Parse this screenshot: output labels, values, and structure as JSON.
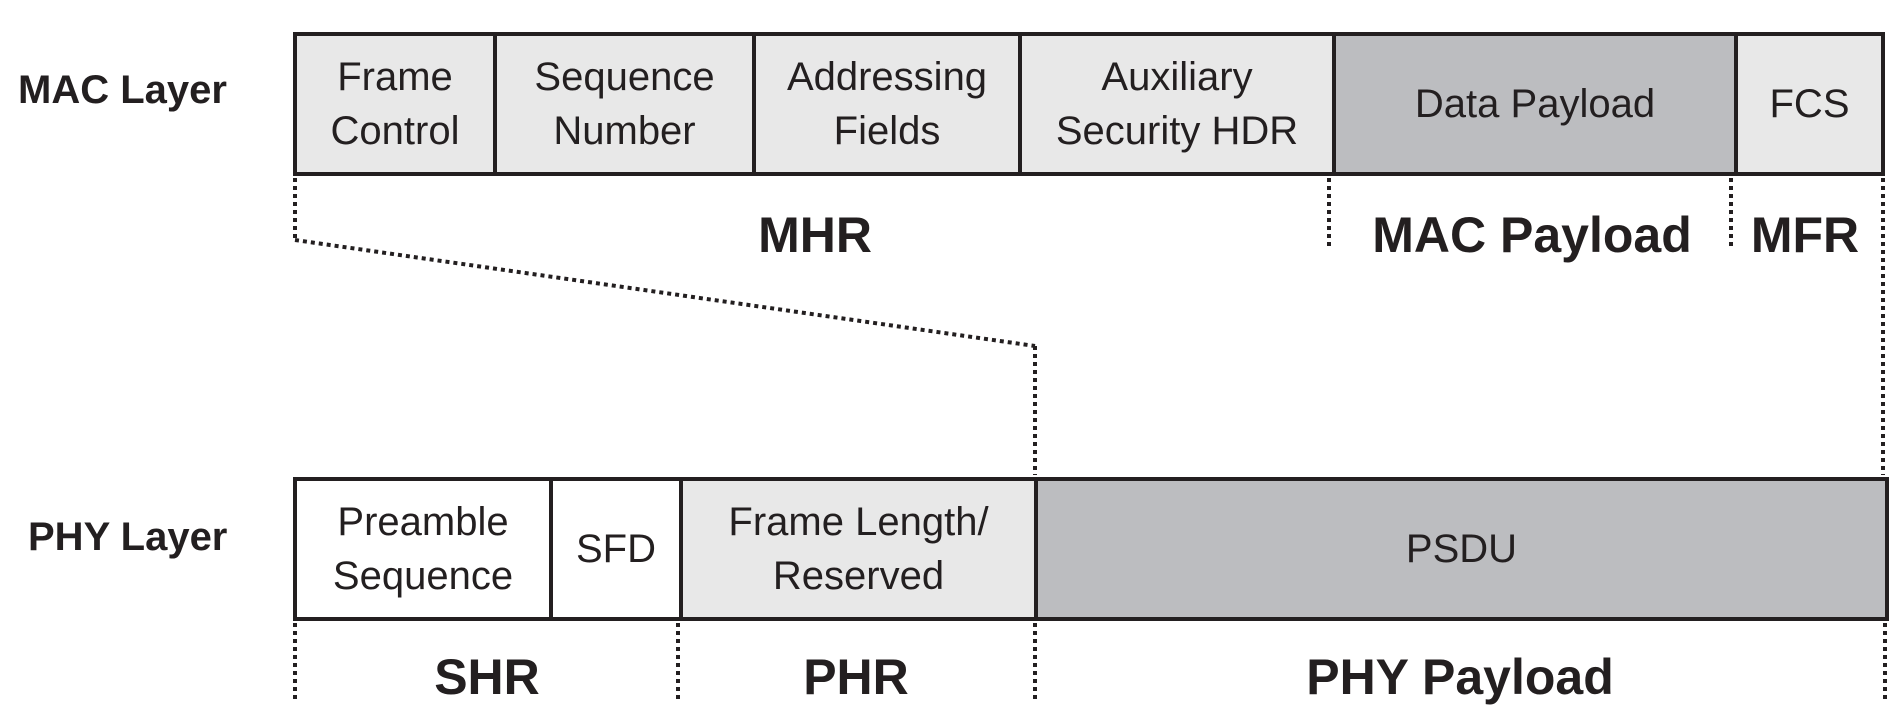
{
  "mac_layer": {
    "label": "MAC Layer",
    "fields": [
      {
        "line1": "Frame",
        "line2": "Control",
        "fill": "light"
      },
      {
        "line1": "Sequence",
        "line2": "Number",
        "fill": "light"
      },
      {
        "line1": "Addressing",
        "line2": "Fields",
        "fill": "light"
      },
      {
        "line1": "Auxiliary",
        "line2": "Security HDR",
        "fill": "light"
      },
      {
        "line1": "Data Payload",
        "line2": "",
        "fill": "dark"
      },
      {
        "line1": "FCS",
        "line2": "",
        "fill": "light"
      }
    ],
    "groups": [
      "MHR",
      "MAC Payload",
      "MFR"
    ]
  },
  "phy_layer": {
    "label": "PHY Layer",
    "fields": [
      {
        "line1": "Preamble",
        "line2": "Sequence",
        "fill": "white"
      },
      {
        "line1": "SFD",
        "line2": "",
        "fill": "white"
      },
      {
        "line1": "Frame Length/",
        "line2": "Reserved",
        "fill": "light"
      },
      {
        "line1": "PSDU",
        "line2": "",
        "fill": "dark"
      }
    ],
    "groups": [
      "SHR",
      "PHR",
      "PHY Payload"
    ]
  },
  "colors": {
    "border": "#231f20",
    "light_fill": "#e8e8e8",
    "dark_fill": "#bcbdc0",
    "white_fill": "#ffffff"
  }
}
